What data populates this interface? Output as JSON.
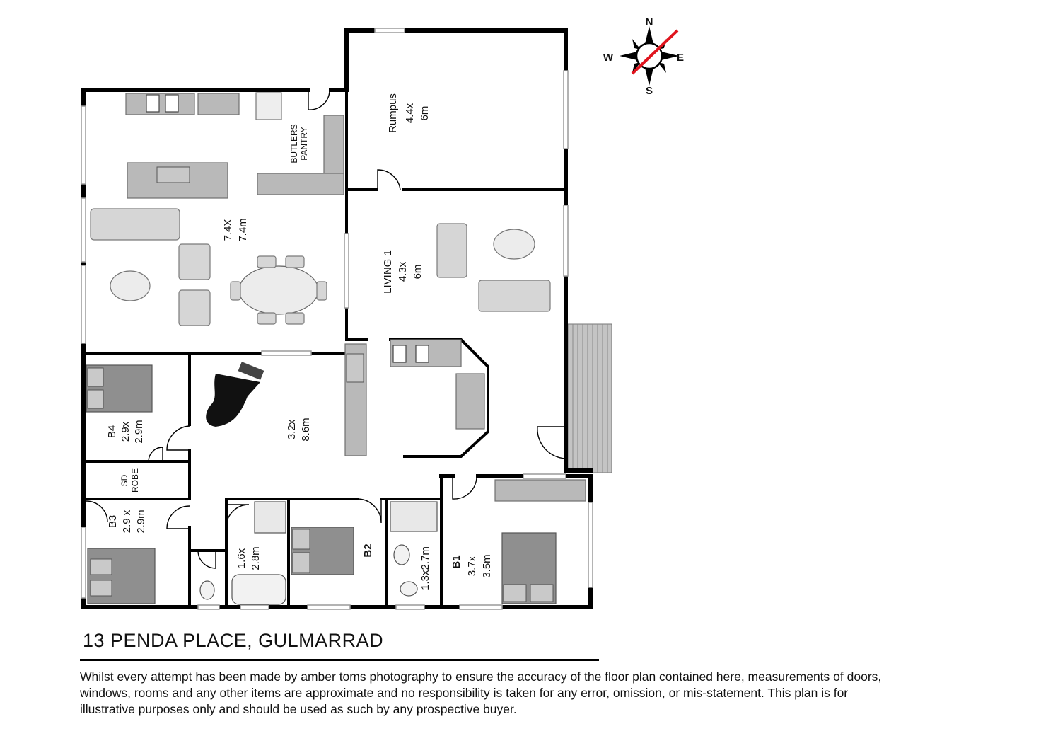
{
  "address": "13 PENDA PLACE, GULMARRAD",
  "disclaimer": "Whilst every attempt has been made by amber toms photography to ensure the accuracy of the floor plan contained here, measurements of doors, windows, rooms and any other items are approximate and no responsibility is taken for any error, omission, or mis-statement. This plan is for illustrative purposes only and should be used as such by any prospective buyer.",
  "compass": {
    "n": "N",
    "s": "S",
    "e": "E",
    "w": "W",
    "needle_color": "#e0141e"
  },
  "rooms": {
    "rumpus": {
      "name": "Rumpus",
      "w": "4.4x",
      "d": "6m"
    },
    "butlers": {
      "l1": "BUTLERS",
      "l2": "PANTRY"
    },
    "kitchen_family": {
      "w": "7.4X",
      "d": "7.4m"
    },
    "living": {
      "name": "LIVING 1",
      "w": "4.3x",
      "d": "6m"
    },
    "hall": {
      "w": "3.2x",
      "d": "8.6m"
    },
    "b4": {
      "name": "B4",
      "w": "2.9x",
      "d": "2.9m"
    },
    "robe": {
      "l1": "SD",
      "l2": "ROBE"
    },
    "b3": {
      "name": "B3",
      "w": "2.9 x",
      "d": "2.9m"
    },
    "bath": {
      "w": "1.6x",
      "d": "2.8m"
    },
    "b2": {
      "name": "B2"
    },
    "ensuite": {
      "size": "1.3x2.7m"
    },
    "b1": {
      "name": "B1",
      "w": "3.7x",
      "d": "3.5m"
    }
  }
}
